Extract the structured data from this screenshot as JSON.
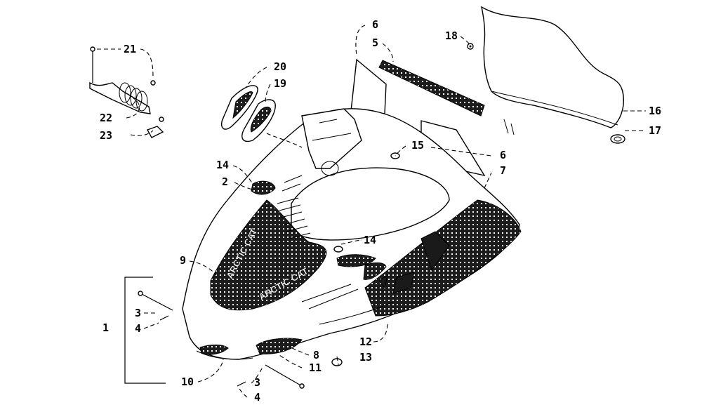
{
  "callouts": [
    {
      "id": "c21",
      "label": "21"
    },
    {
      "id": "c22",
      "label": "22"
    },
    {
      "id": "c23",
      "label": "23"
    },
    {
      "id": "c20",
      "label": "20"
    },
    {
      "id": "c19",
      "label": "19"
    },
    {
      "id": "c6a",
      "label": "6"
    },
    {
      "id": "c5",
      "label": "5"
    },
    {
      "id": "c18",
      "label": "18"
    },
    {
      "id": "c16",
      "label": "16"
    },
    {
      "id": "c17",
      "label": "17"
    },
    {
      "id": "c15",
      "label": "15"
    },
    {
      "id": "c6b",
      "label": "6"
    },
    {
      "id": "c7",
      "label": "7"
    },
    {
      "id": "c14a",
      "label": "14"
    },
    {
      "id": "c2",
      "label": "2"
    },
    {
      "id": "c14b",
      "label": "14"
    },
    {
      "id": "c9",
      "label": "9"
    },
    {
      "id": "c1",
      "label": "1"
    },
    {
      "id": "c3a",
      "label": "3"
    },
    {
      "id": "c4a",
      "label": "4"
    },
    {
      "id": "c12",
      "label": "12"
    },
    {
      "id": "c8",
      "label": "8"
    },
    {
      "id": "c13",
      "label": "13"
    },
    {
      "id": "c11",
      "label": "11"
    },
    {
      "id": "c10",
      "label": "10"
    },
    {
      "id": "c3b",
      "label": "3"
    },
    {
      "id": "c4b",
      "label": "4"
    }
  ],
  "decal_text": {
    "brand_left": "ARCTIC CAT",
    "brand_center": "ARCTIC CAT"
  }
}
